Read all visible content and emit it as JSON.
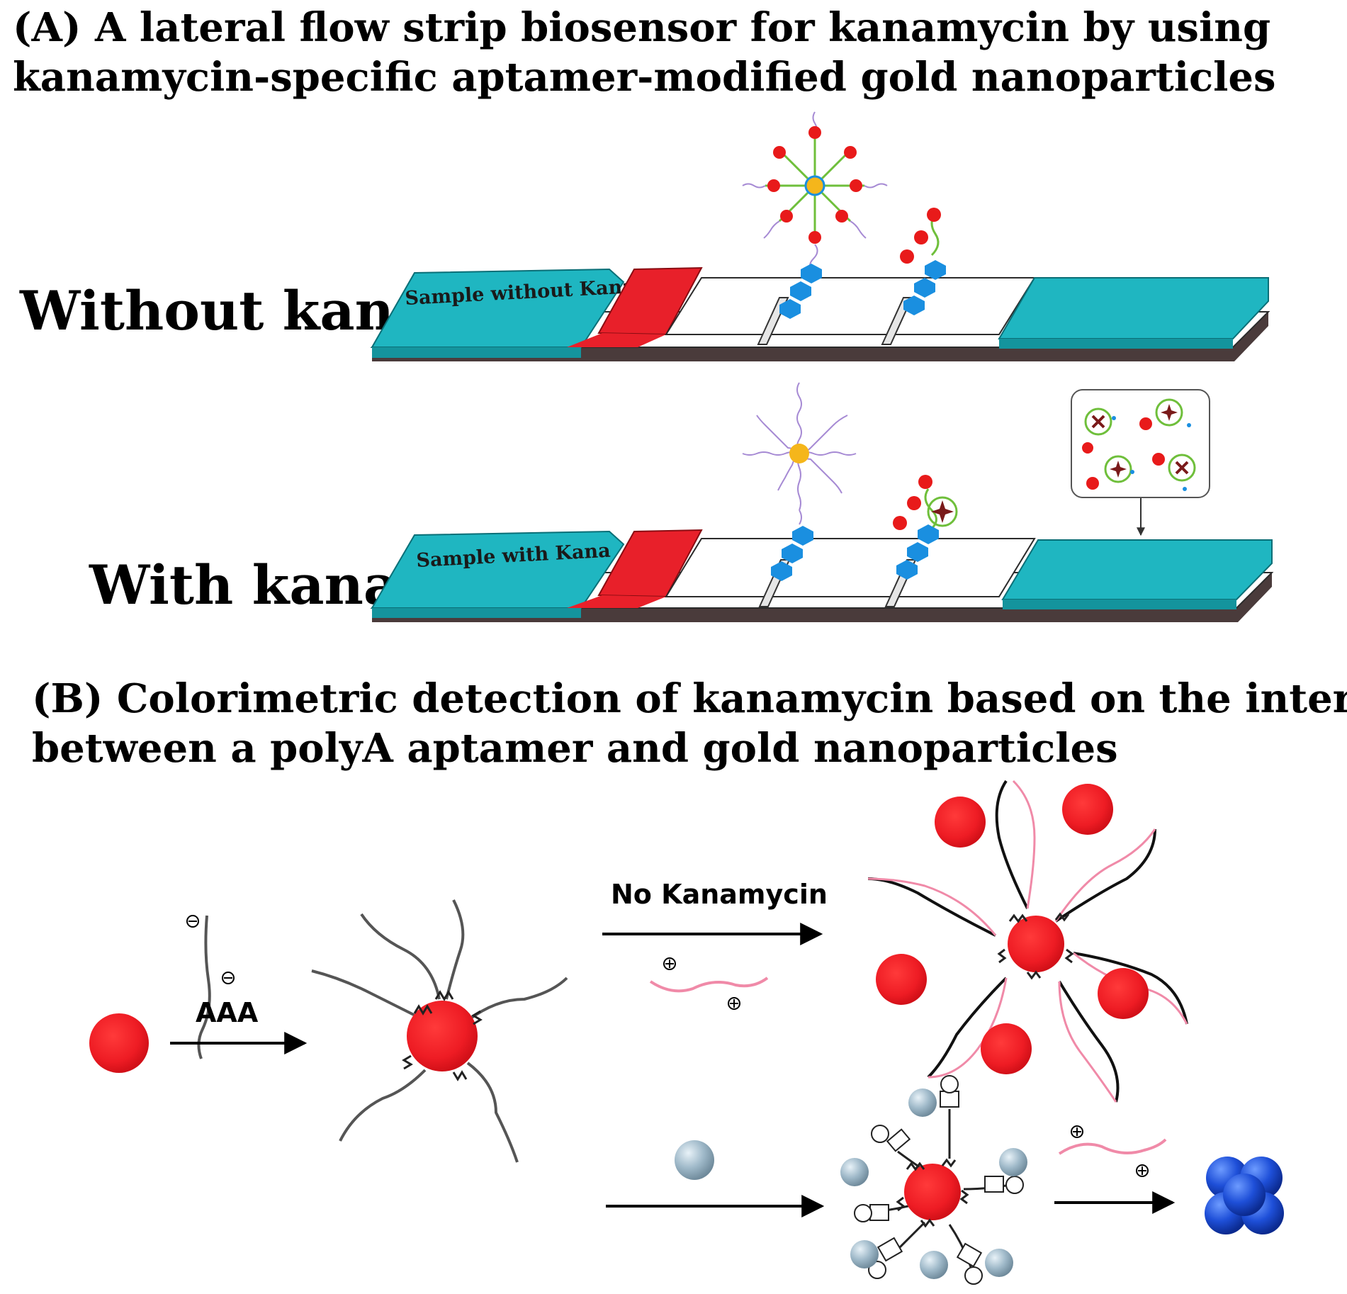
{
  "panel_a": {
    "title_line1": "(A) A lateral flow strip biosensor for kanamycin by using",
    "title_line2": "kanamycin-specific aptamer-modified gold nanoparticles",
    "without": {
      "condition_label": "Without kana",
      "strip_label": "Sample without  Kana"
    },
    "with": {
      "condition_label": "With kana",
      "strip_label": "Sample with  Kana"
    }
  },
  "panel_b": {
    "title_line1": "(B) Colorimetric detection of kanamycin based on the interaction",
    "title_line2": "between a polyA aptamer and gold nanoparticles",
    "polya_label": "AAA",
    "no_kanamycin_label": "No Kanamycin"
  },
  "colors": {
    "strip_teal": "#1fb6c1",
    "sample_pad_red": "#e8202a",
    "gold_nanoparticle_red": "#ee1c24",
    "aggregate_blue": "#1e4fd8",
    "kanamycin_grey": "#9fb9c9",
    "marker_blue": "#1a8fe0",
    "antisense_pink": "#f08aa8"
  }
}
